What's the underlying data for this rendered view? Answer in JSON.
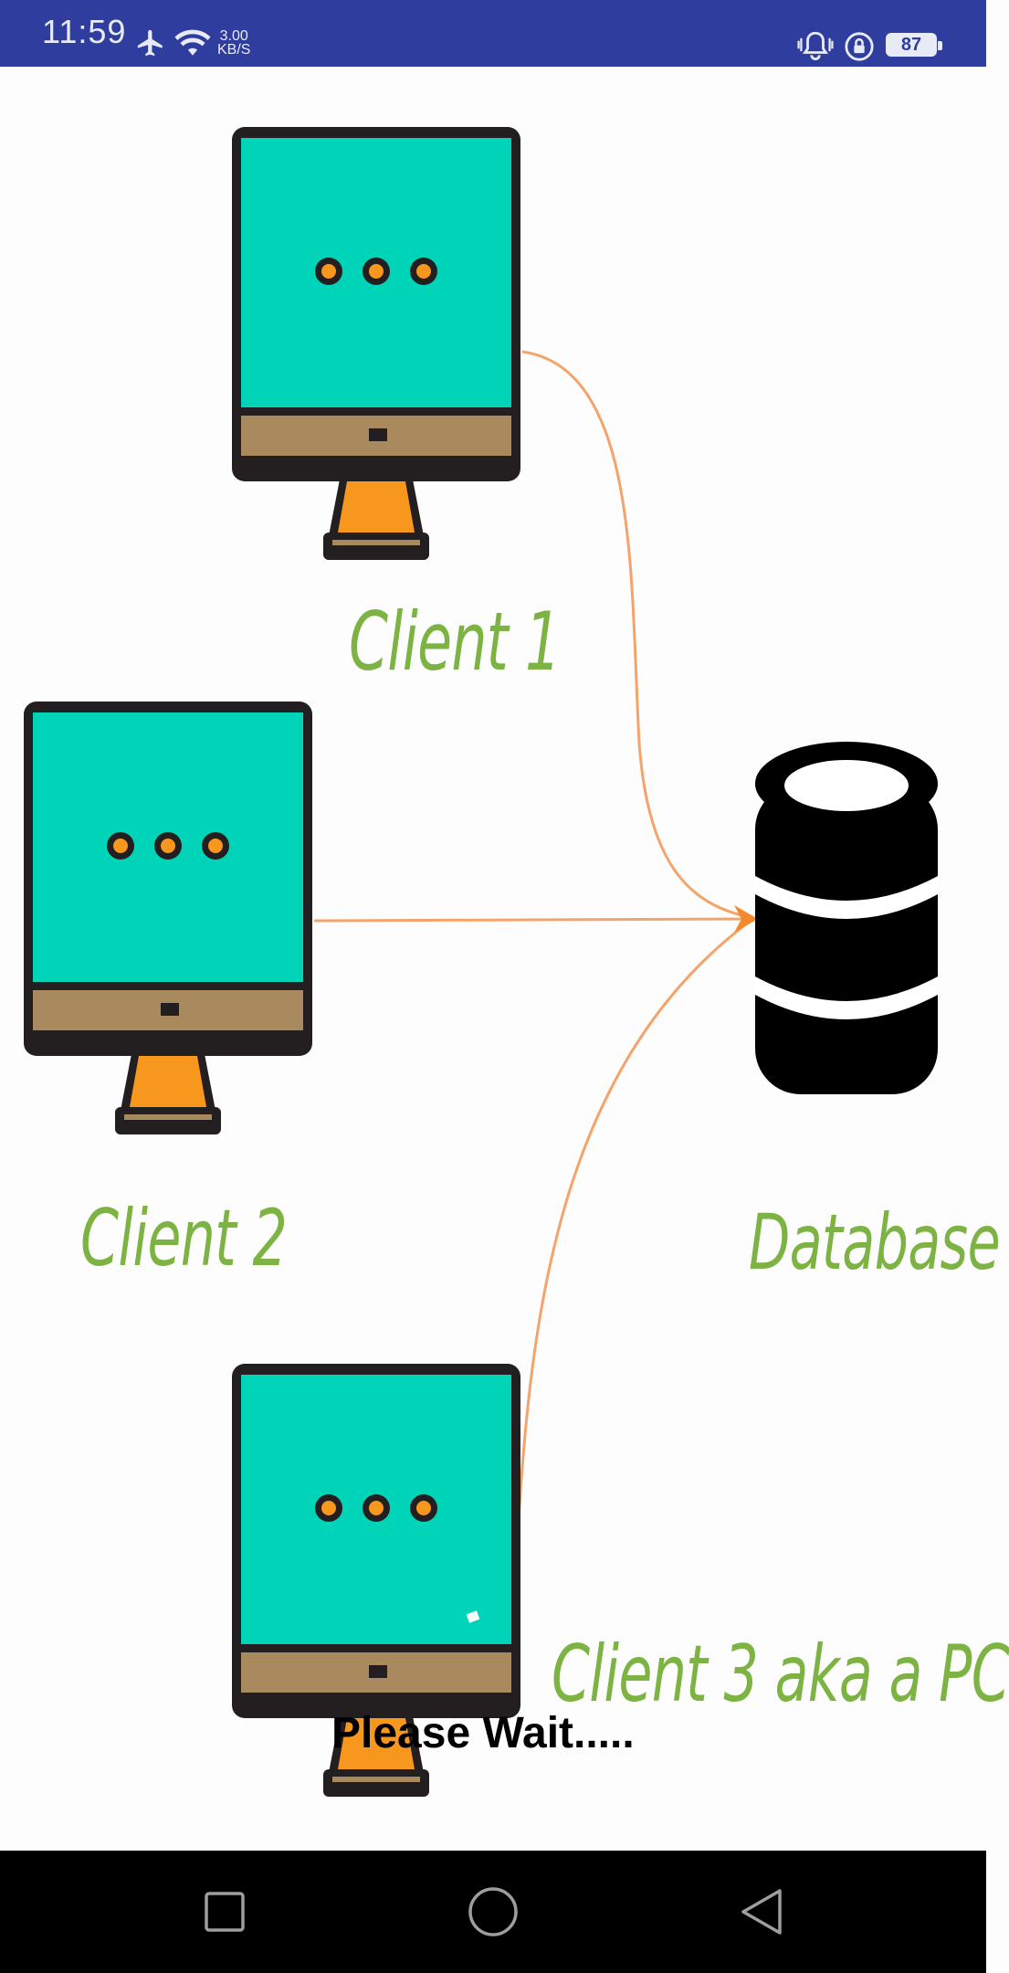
{
  "status_bar": {
    "time": "11:59",
    "net_speed_value": "3.00",
    "net_speed_unit": "KB/S",
    "battery_level": "87",
    "icons": [
      "airplane-icon",
      "wifi-icon",
      "vibrate-icon",
      "rotation-lock-icon",
      "battery-icon"
    ]
  },
  "diagram": {
    "nodes": {
      "client1": "Client 1",
      "client2": "Client 2",
      "client3": "Client 3 aka a PC",
      "database": "Database"
    },
    "colors": {
      "screen": "#00d4b8",
      "bezel": "#231f20",
      "chin": "#a98a5e",
      "stand": "#f7971e",
      "arrow": "#f4a46b",
      "label": "#7cb342"
    }
  },
  "loading": {
    "message": "Please Wait....."
  },
  "nav_bar": {
    "buttons": [
      "recents-button",
      "home-button",
      "back-button"
    ]
  }
}
